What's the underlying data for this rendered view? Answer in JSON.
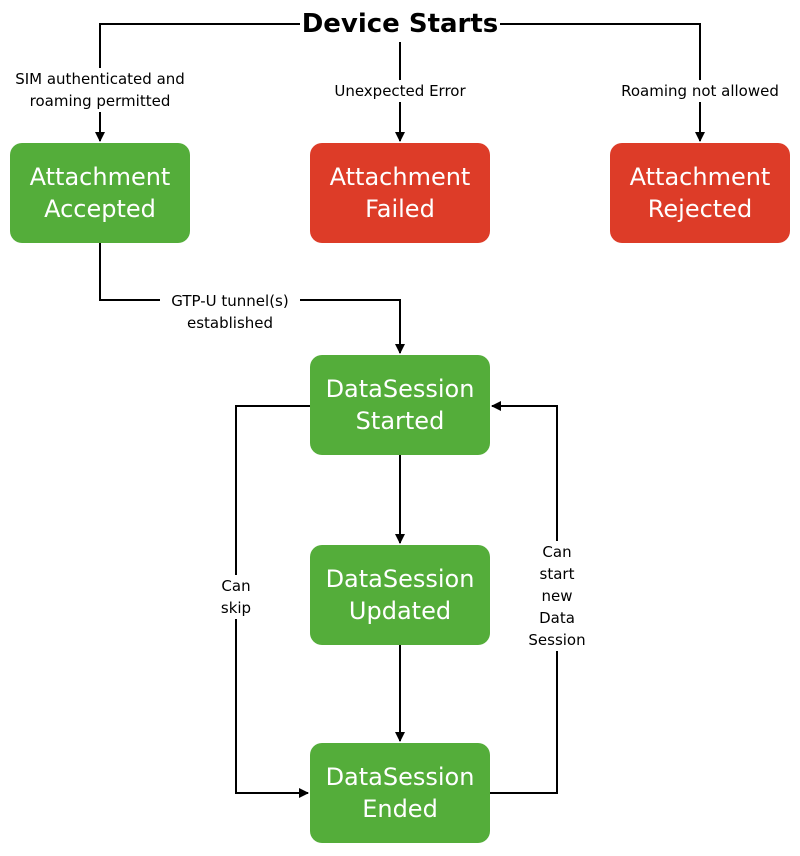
{
  "title": "Device Starts",
  "colors": {
    "accepted": "#54ad3a",
    "error": "#dd3c28",
    "line": "#000000"
  },
  "boxes": {
    "attachment_accepted": {
      "line1": "Attachment",
      "line2": "Accepted",
      "status": "success"
    },
    "attachment_failed": {
      "line1": "Attachment",
      "line2": "Failed",
      "status": "error"
    },
    "attachment_rejected": {
      "line1": "Attachment",
      "line2": "Rejected",
      "status": "error"
    },
    "datasession_started": {
      "line1": "DataSession",
      "line2": "Started",
      "status": "success"
    },
    "datasession_updated": {
      "line1": "DataSession",
      "line2": "Updated",
      "status": "success"
    },
    "datasession_ended": {
      "line1": "DataSession",
      "line2": "Ended",
      "status": "success"
    }
  },
  "edges": {
    "sim_authenticated": {
      "line1": "SIM authenticated and",
      "line2": "roaming permitted"
    },
    "unexpected_error": {
      "line1": "Unexpected Error"
    },
    "roaming_not_allowed": {
      "line1": "Roaming not allowed"
    },
    "gtp_tunnel": {
      "line1": "GTP-U tunnel(s)",
      "line2": "established"
    },
    "can_skip": {
      "line1": "Can",
      "line2": "skip"
    },
    "start_new": {
      "line1": "Can",
      "line2": "start",
      "line3": "new",
      "line4": "Data",
      "line5": "Session"
    }
  }
}
